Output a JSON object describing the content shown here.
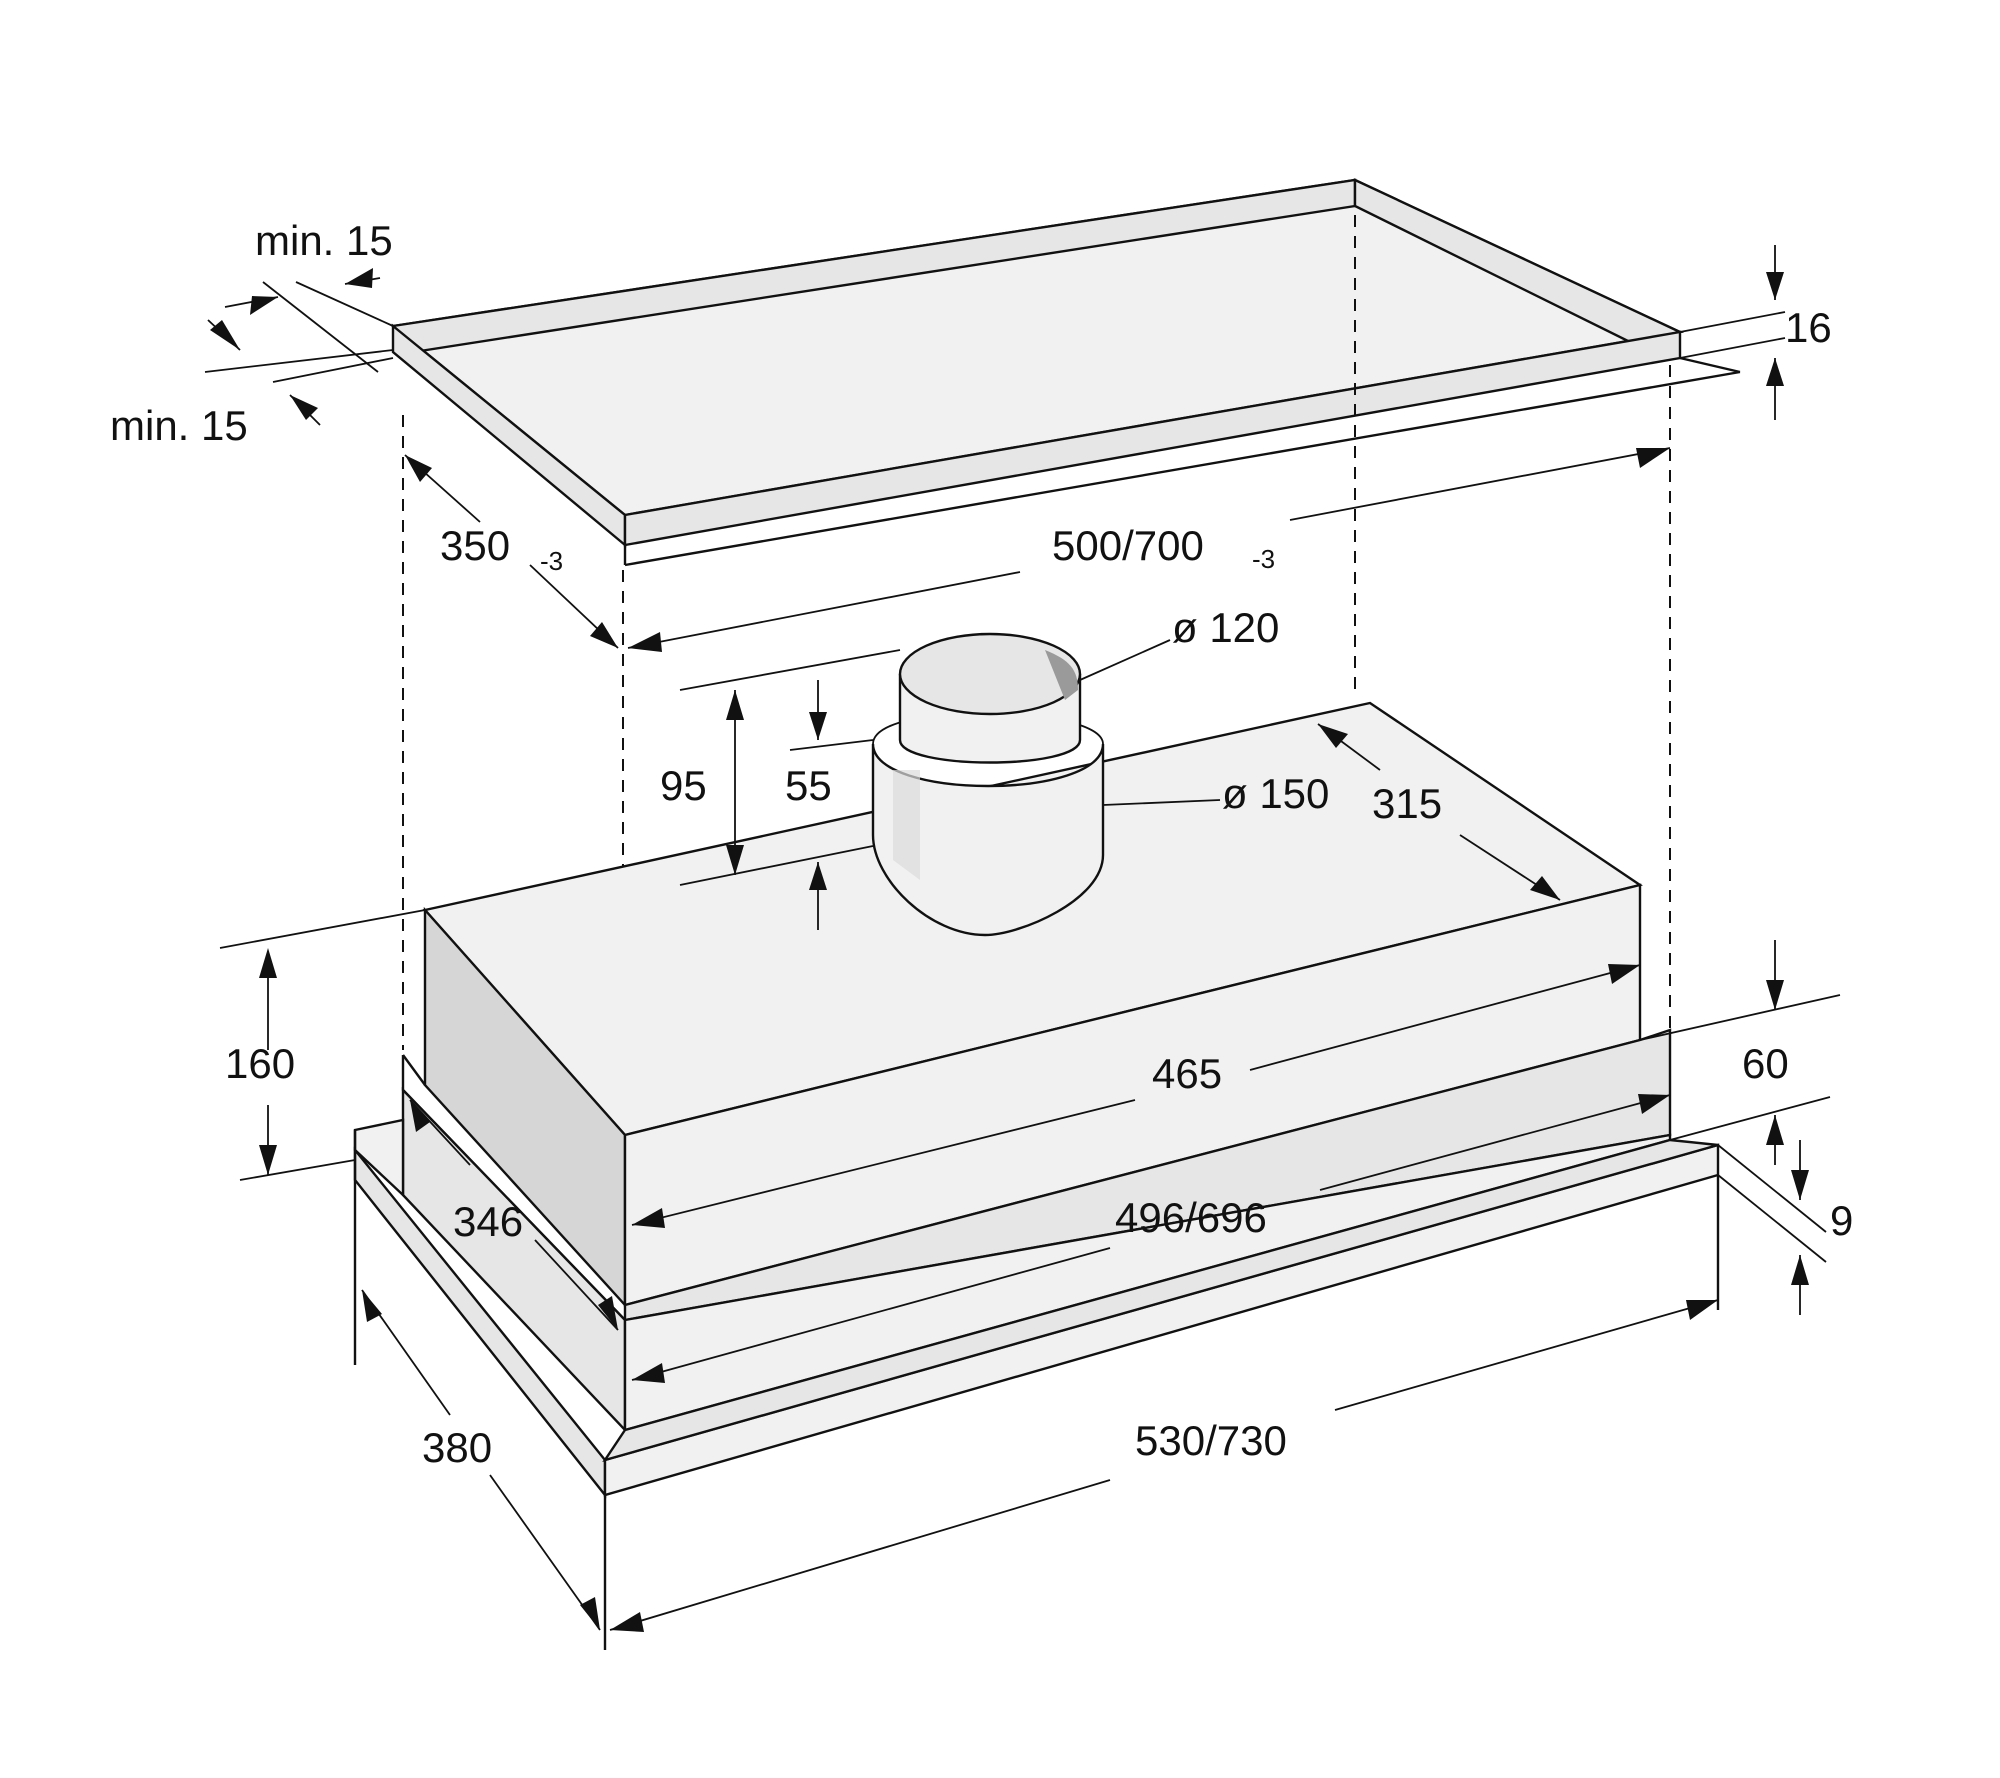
{
  "labels": {
    "min15_top": "min. 15",
    "min15_left": "min. 15",
    "depth_cut": "350",
    "depth_cut_tol": "-3",
    "width_cut": "500/700",
    "width_cut_tol": "-3",
    "thickness": "16",
    "dia_inner": "ø 120",
    "dia_outer": "ø 150",
    "h95": "95",
    "h55": "55",
    "d315": "315",
    "h160": "160",
    "w465": "465",
    "h60": "60",
    "d346": "346",
    "w496": "496/696",
    "h9": "9",
    "d380": "380",
    "w530": "530/730"
  },
  "colors": {
    "line": "#111111",
    "face_light": "#f1f1f1",
    "face_mid": "#e6e6e6",
    "face_dark": "#d6d6d6"
  }
}
